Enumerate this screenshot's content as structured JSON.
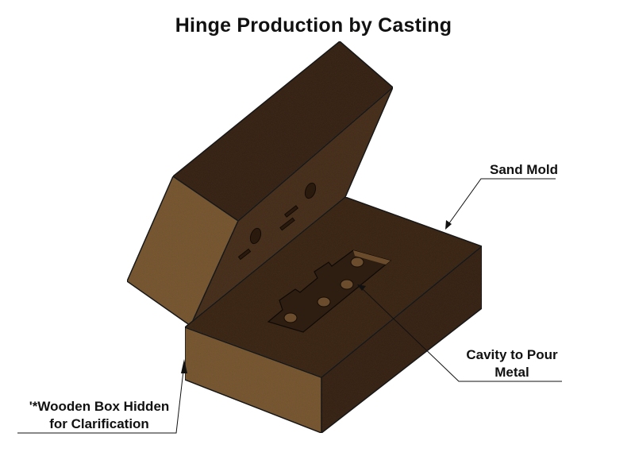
{
  "title": "Hinge Production by Casting",
  "labels": {
    "sand_mold": "Sand Mold",
    "cavity_line1": "Cavity to Pour",
    "cavity_line2": "Metal",
    "wooden_line1": "'*Wooden Box Hidden",
    "wooden_line2": "for Clarification"
  },
  "colors": {
    "sand_light": "#7a5a33",
    "sand_mid": "#5a3f24",
    "sand_dark": "#3a2616",
    "cavity": "#2e1e12",
    "leader": "#111111"
  }
}
